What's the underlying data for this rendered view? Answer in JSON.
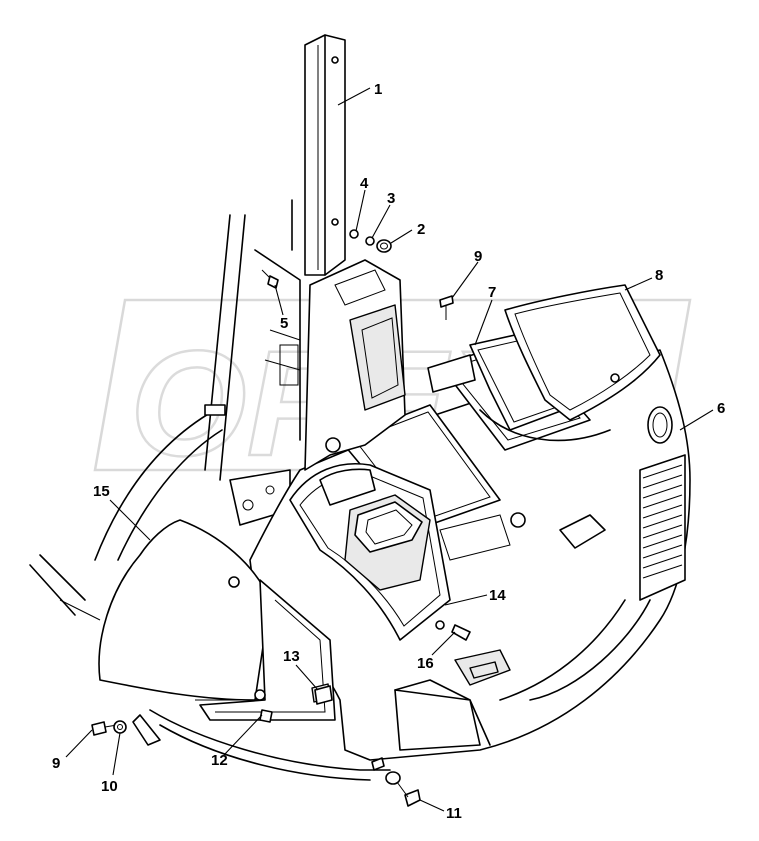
{
  "diagram": {
    "watermark_text": "OPEX",
    "corner_code": "",
    "callouts": [
      {
        "id": "c1",
        "label": "1"
      },
      {
        "id": "c2",
        "label": "2"
      },
      {
        "id": "c3",
        "label": "3"
      },
      {
        "id": "c4",
        "label": "4"
      },
      {
        "id": "c5",
        "label": "5"
      },
      {
        "id": "c6",
        "label": "6"
      },
      {
        "id": "c7",
        "label": "7"
      },
      {
        "id": "c8",
        "label": "8"
      },
      {
        "id": "c9a",
        "label": "9"
      },
      {
        "id": "c9b",
        "label": "9"
      },
      {
        "id": "c10",
        "label": "10"
      },
      {
        "id": "c11",
        "label": "11"
      },
      {
        "id": "c12",
        "label": "12"
      },
      {
        "id": "c13",
        "label": "13"
      },
      {
        "id": "c14",
        "label": "14"
      },
      {
        "id": "c15",
        "label": "15"
      },
      {
        "id": "c16",
        "label": "16"
      }
    ]
  }
}
